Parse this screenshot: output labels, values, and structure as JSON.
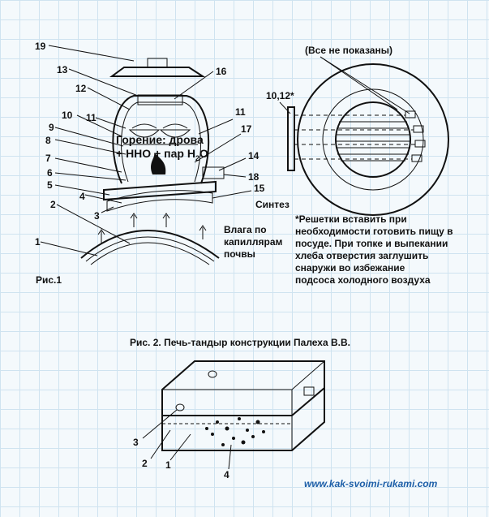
{
  "fig1": {
    "numbers": [
      "19",
      "13",
      "16",
      "12",
      "11",
      "10",
      "9",
      "8",
      "7",
      "6",
      "5",
      "4",
      "3",
      "2",
      "1",
      "11",
      "17",
      "14",
      "18",
      "15"
    ],
    "combustion_line1": "Горение: дрова",
    "combustion_line2": "+ ННО + пар Н",
    "combustion_sub": "2",
    "combustion_tail": "О",
    "synthesis": "Синтез",
    "moisture_1": "Влага по",
    "moisture_2": "капиллярам",
    "moisture_3": "почвы",
    "caption": "Рис.1"
  },
  "side_view": {
    "not_all_shown": "(Все не показаны)",
    "label": "10,12*"
  },
  "note": [
    "*Решетки вставить при",
    "необходимости готовить пищу в",
    "посуде. При топке и выпекании",
    "хлеба отверстия заглушить",
    "снаружи во избежание",
    "подсоса холодного воздуха"
  ],
  "fig2": {
    "caption": "Рис. 2. Печь-тандыр конструкции Палеха В.В.",
    "numbers": [
      "3",
      "2",
      "1",
      "4"
    ]
  },
  "watermark": "www.kak-svoimi-rukami.com"
}
